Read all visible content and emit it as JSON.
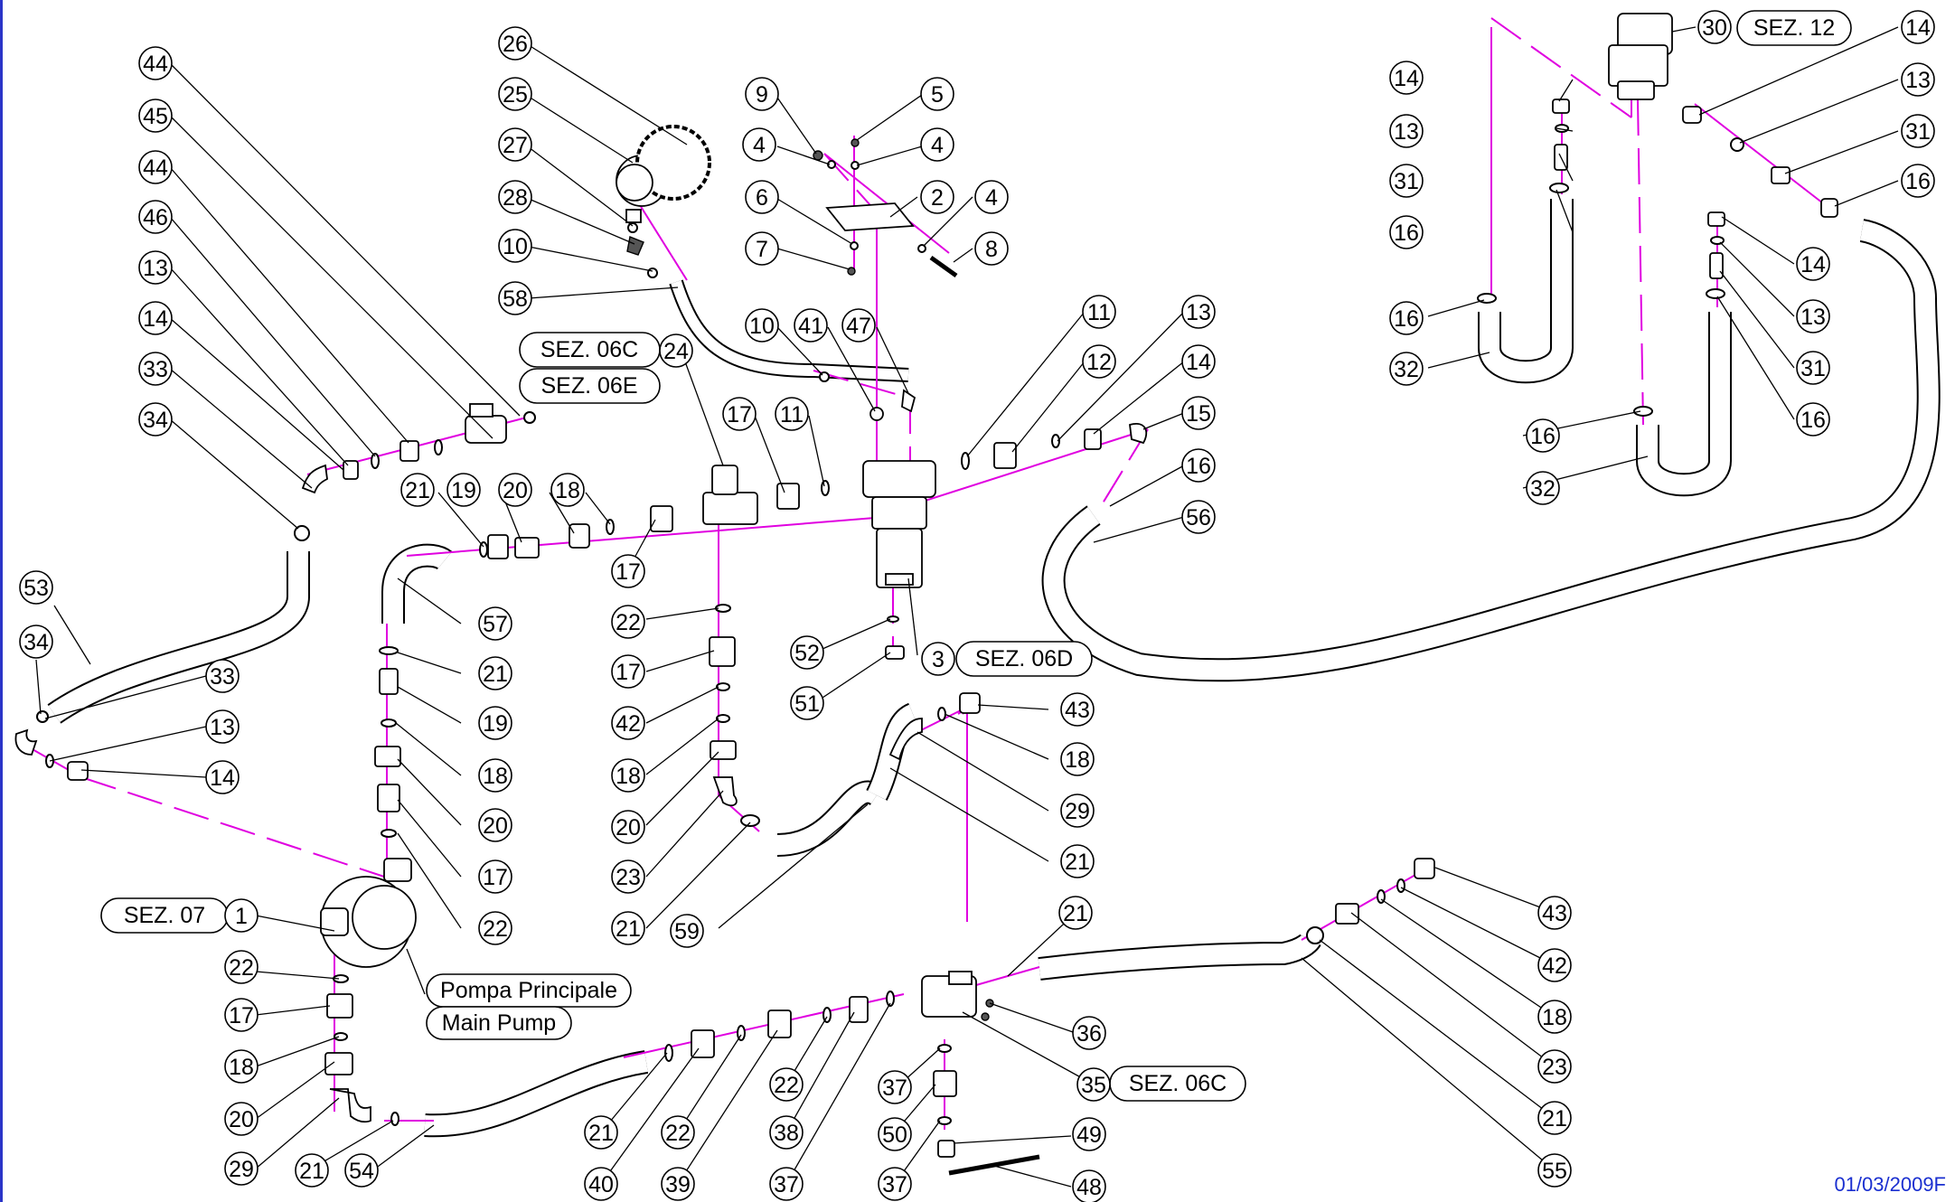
{
  "date_code": "01/03/2009F",
  "sections": {
    "s12": "SEZ. 12",
    "s06c": "SEZ. 06C",
    "s06e": "SEZ. 06E",
    "s06d": "SEZ. 06D",
    "s07": "SEZ. 07",
    "s06c_b": "SEZ. 06C"
  },
  "pump_labels": {
    "it": "Pompa Principale",
    "en": "Main Pump"
  },
  "callouts": [
    {
      "n": "44"
    },
    {
      "n": "45"
    },
    {
      "n": "44"
    },
    {
      "n": "46"
    },
    {
      "n": "13"
    },
    {
      "n": "14"
    },
    {
      "n": "33"
    },
    {
      "n": "34"
    },
    {
      "n": "53"
    },
    {
      "n": "34"
    },
    {
      "n": "33"
    },
    {
      "n": "13"
    },
    {
      "n": "14"
    },
    {
      "n": "26"
    },
    {
      "n": "25"
    },
    {
      "n": "27"
    },
    {
      "n": "28"
    },
    {
      "n": "10"
    },
    {
      "n": "58"
    },
    {
      "n": "9"
    },
    {
      "n": "5"
    },
    {
      "n": "4"
    },
    {
      "n": "4"
    },
    {
      "n": "6"
    },
    {
      "n": "2"
    },
    {
      "n": "4"
    },
    {
      "n": "7"
    },
    {
      "n": "8"
    },
    {
      "n": "10"
    },
    {
      "n": "41"
    },
    {
      "n": "47"
    },
    {
      "n": "24"
    },
    {
      "n": "17"
    },
    {
      "n": "11"
    },
    {
      "n": "11"
    },
    {
      "n": "12"
    },
    {
      "n": "13"
    },
    {
      "n": "14"
    },
    {
      "n": "15"
    },
    {
      "n": "16"
    },
    {
      "n": "56"
    },
    {
      "n": "21"
    },
    {
      "n": "19"
    },
    {
      "n": "20"
    },
    {
      "n": "18"
    },
    {
      "n": "17"
    },
    {
      "n": "57"
    },
    {
      "n": "21"
    },
    {
      "n": "19"
    },
    {
      "n": "18"
    },
    {
      "n": "20"
    },
    {
      "n": "17"
    },
    {
      "n": "22"
    },
    {
      "n": "22"
    },
    {
      "n": "17"
    },
    {
      "n": "42"
    },
    {
      "n": "18"
    },
    {
      "n": "20"
    },
    {
      "n": "23"
    },
    {
      "n": "21"
    },
    {
      "n": "59"
    },
    {
      "n": "52"
    },
    {
      "n": "51"
    },
    {
      "n": "3"
    },
    {
      "n": "43"
    },
    {
      "n": "18"
    },
    {
      "n": "29"
    },
    {
      "n": "21"
    },
    {
      "n": "30"
    },
    {
      "n": "14"
    },
    {
      "n": "13"
    },
    {
      "n": "31"
    },
    {
      "n": "16"
    },
    {
      "n": "14"
    },
    {
      "n": "13"
    },
    {
      "n": "31"
    },
    {
      "n": "16"
    },
    {
      "n": "16"
    },
    {
      "n": "32"
    },
    {
      "n": "14"
    },
    {
      "n": "13"
    },
    {
      "n": "31"
    },
    {
      "n": "16"
    },
    {
      "n": "16"
    },
    {
      "n": "32"
    },
    {
      "n": "1"
    },
    {
      "n": "22"
    },
    {
      "n": "17"
    },
    {
      "n": "18"
    },
    {
      "n": "20"
    },
    {
      "n": "29"
    },
    {
      "n": "21"
    },
    {
      "n": "54"
    },
    {
      "n": "21"
    },
    {
      "n": "40"
    },
    {
      "n": "22"
    },
    {
      "n": "39"
    },
    {
      "n": "22"
    },
    {
      "n": "38"
    },
    {
      "n": "37"
    },
    {
      "n": "21"
    },
    {
      "n": "36"
    },
    {
      "n": "35"
    },
    {
      "n": "37"
    },
    {
      "n": "50"
    },
    {
      "n": "37"
    },
    {
      "n": "49"
    },
    {
      "n": "48"
    },
    {
      "n": "43"
    },
    {
      "n": "42"
    },
    {
      "n": "18"
    },
    {
      "n": "23"
    },
    {
      "n": "21"
    },
    {
      "n": "55"
    }
  ]
}
